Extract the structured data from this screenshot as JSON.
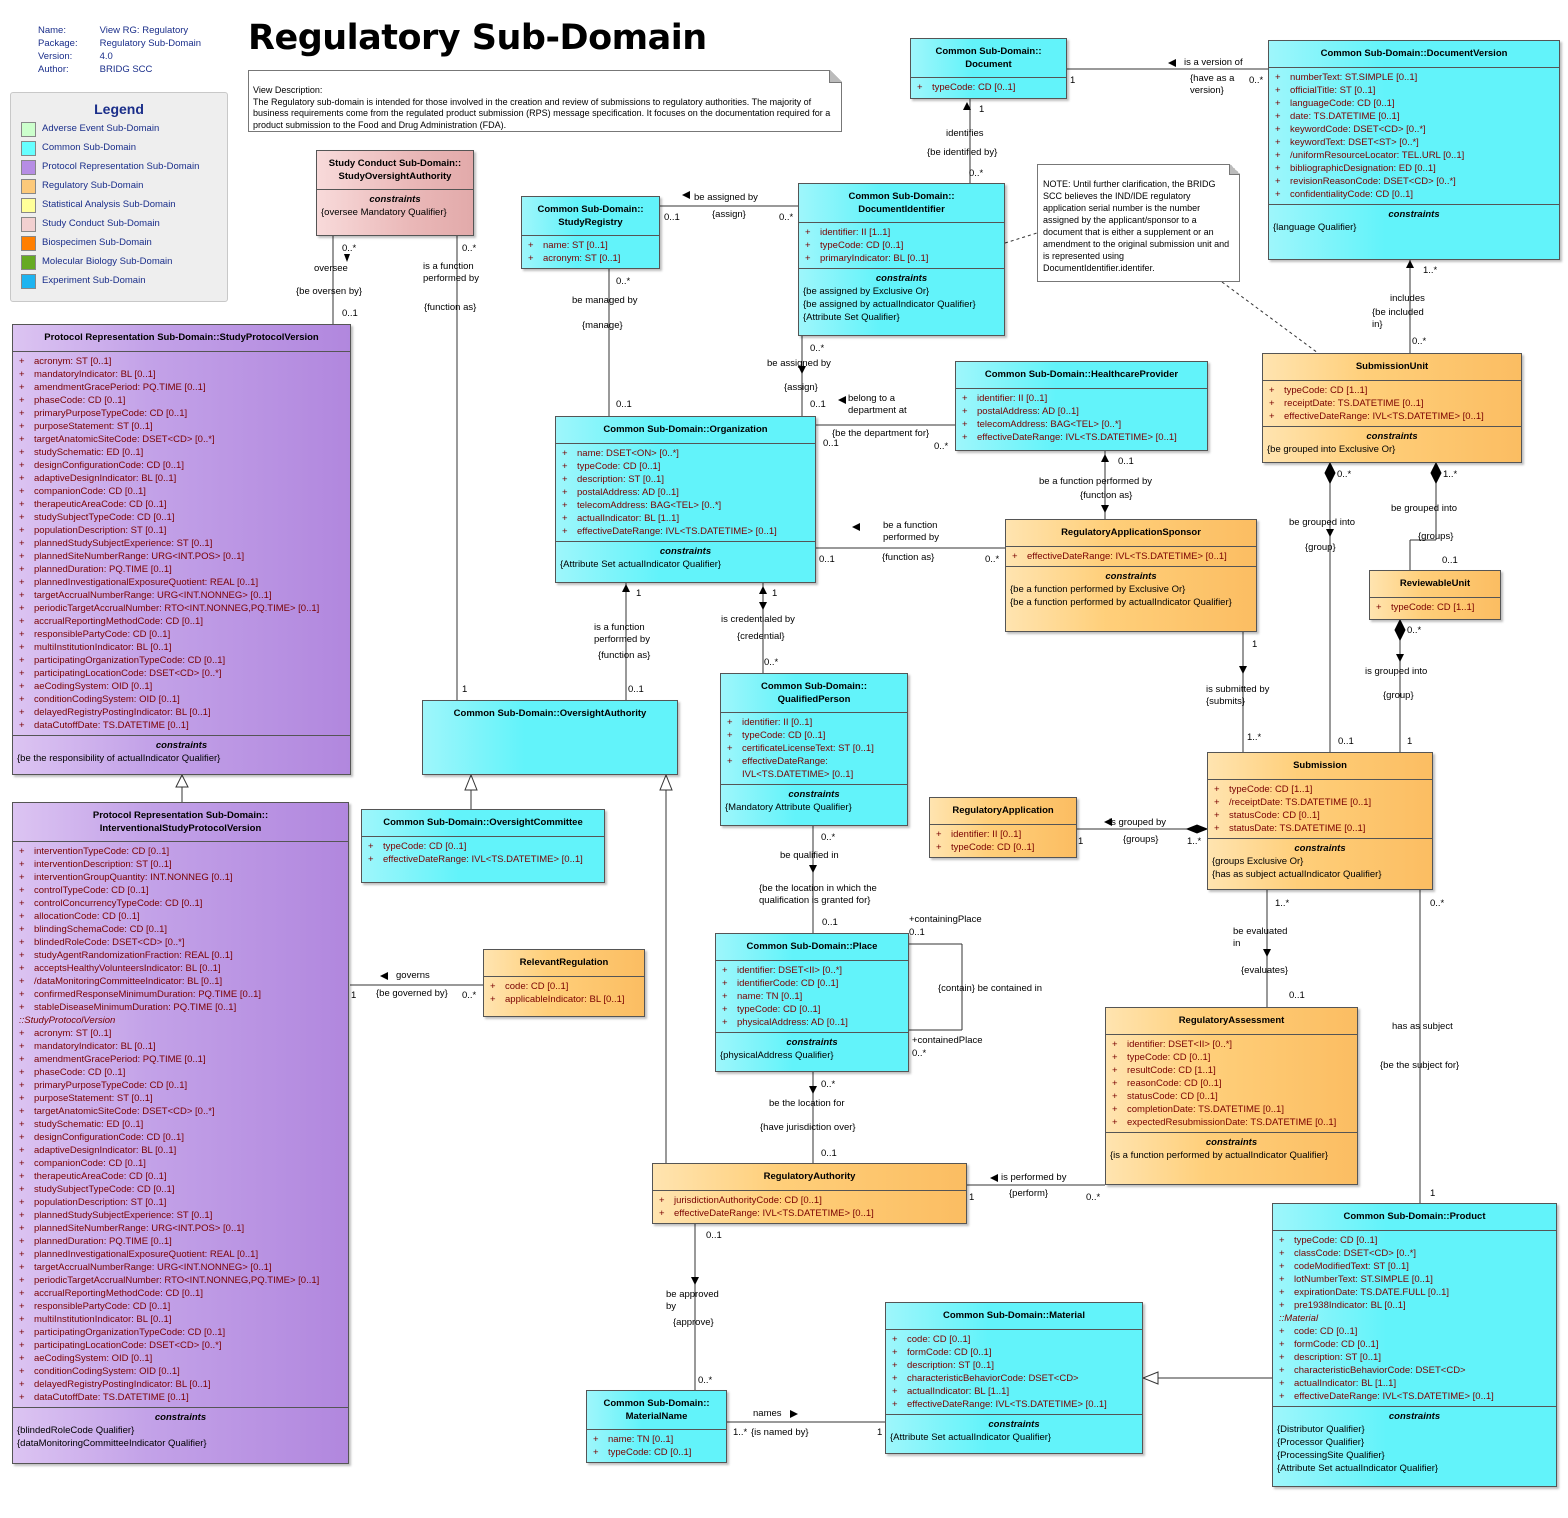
{
  "meta": {
    "name_label": "Name:",
    "name_value": "View RG: Regulatory",
    "package_label": "Package:",
    "package_value": "Regulatory Sub-Domain",
    "version_label": "Version:",
    "version_value": "4.0",
    "author_label": "Author:",
    "author_value": "BRIDG SCC"
  },
  "title": "Regulatory Sub-Domain",
  "description": {
    "heading": "View Description:",
    "text": "The Regulatory sub-domain is intended for those involved in the creation and review of submissions to regulatory authorities. The majority of business requirements come from the regulated product submission (RPS) message specification. It focuses on the documentation required for a product submission to the Food and Drug Administration (FDA)."
  },
  "legend": {
    "title": "Legend",
    "items": [
      {
        "label": "Adverse Event Sub-Domain",
        "color": "#ccffcc"
      },
      {
        "label": "Common Sub-Domain",
        "color": "#66ffff"
      },
      {
        "label": "Protocol Representation Sub-Domain",
        "color": "#b68de4"
      },
      {
        "label": "Regulatory Sub-Domain",
        "color": "#fcc97a"
      },
      {
        "label": "Statistical Analysis Sub-Domain",
        "color": "#ffff99"
      },
      {
        "label": "Study Conduct Sub-Domain",
        "color": "#f2d0d0"
      },
      {
        "label": "Biospecimen Sub-Domain",
        "color": "#ff7f00"
      },
      {
        "label": "Molecular Biology Sub-Domain",
        "color": "#66aa22"
      },
      {
        "label": "Experiment Sub-Domain",
        "color": "#1eb4f0"
      }
    ]
  },
  "note": "NOTE:  Until further clarification, the BRIDG SCC believes the IND/IDE regulatory application serial number is the number assigned by the applicant/sponsor to a document that is either a supplement or an amendment to the original submission unit and is represented using DocumentIdentifier.identifer.",
  "classes": {
    "document": {
      "name": "Common Sub-Domain::\nDocument",
      "attrs": [
        "typeCode: CD [0..1]"
      ]
    },
    "documentVersion": {
      "name": "Common Sub-Domain::DocumentVersion",
      "attrs": [
        "numberText: ST.SIMPLE [0..1]",
        "officialTitle: ST [0..1]",
        "languageCode: CD [0..1]",
        "date: TS.DATETIME [0..1]",
        "keywordCode: DSET<CD> [0..*]",
        "keywordText: DSET<ST> [0..*]",
        "/uniformResourceLocator: TEL.URL [0..1]",
        "bibliographicDesignation: ED [0..1]",
        "revisionReasonCode: DSET<CD> [0..*]",
        "confidentialityCode: CD [0..1]"
      ],
      "constraints": [
        "{language Qualifier}"
      ]
    },
    "studyOversightAuthority": {
      "name": "Study Conduct Sub-Domain::\nStudyOversightAuthority",
      "constraints": [
        "{oversee Mandatory Qualifier}"
      ]
    },
    "studyRegistry": {
      "name": "Common Sub-Domain::\nStudyRegistry",
      "attrs": [
        "name: ST [0..1]",
        "acronym: ST [0..1]"
      ]
    },
    "documentIdentifier": {
      "name": "Common Sub-Domain::\nDocumentIdentifier",
      "attrs": [
        "identifier: II [1..1]",
        "typeCode: CD [0..1]",
        "primaryIndicator: BL [0..1]"
      ],
      "constraints": [
        "{be assigned by Exclusive Or}",
        "{be assigned by actualIndicator Qualifier}",
        "{Attribute Set Qualifier}"
      ]
    },
    "submissionUnit": {
      "name": "SubmissionUnit",
      "attrs": [
        "typeCode: CD [1..1]",
        "receiptDate: TS.DATETIME [0..1]",
        "effectiveDateRange: IVL<TS.DATETIME> [0..1]"
      ],
      "constraints": [
        "{be grouped into Exclusive Or}"
      ]
    },
    "studyProtocolVersion": {
      "name": "Protocol Representation Sub-Domain::StudyProtocolVersion",
      "attrs": [
        "acronym: ST [0..1]",
        "mandatoryIndicator: BL [0..1]",
        "amendmentGracePeriod: PQ.TIME [0..1]",
        "phaseCode: CD [0..1]",
        "primaryPurposeTypeCode: CD [0..1]",
        "purposeStatement: ST [0..1]",
        "targetAnatomicSiteCode: DSET<CD> [0..*]",
        "studySchematic: ED [0..1]",
        "designConfigurationCode: CD [0..1]",
        "adaptiveDesignIndicator: BL [0..1]",
        "companionCode: CD [0..1]",
        "therapeuticAreaCode: CD [0..1]",
        "studySubjectTypeCode: CD [0..1]",
        "populationDescription: ST [0..1]",
        "plannedStudySubjectExperience: ST [0..1]",
        "plannedSiteNumberRange: URG<INT.POS> [0..1]",
        "plannedDuration: PQ.TIME [0..1]",
        "plannedInvestigationalExposureQuotient: REAL [0..1]",
        "targetAccrualNumberRange: URG<INT.NONNEG> [0..1]",
        "periodicTargetAccrualNumber: RTO<INT.NONNEG,PQ.TIME> [0..1]",
        "accrualReportingMethodCode: CD [0..1]",
        "responsiblePartyCode: CD [0..1]",
        "multiInstitutionIndicator: BL [0..1]",
        "participatingOrganizationTypeCode: CD [0..1]",
        "participatingLocationCode: DSET<CD> [0..*]",
        "aeCodingSystem: OID [0..1]",
        "conditionCodingSystem: OID [0..1]",
        "delayedRegistryPostingIndicator: BL [0..1]",
        "dataCutoffDate: TS.DATETIME [0..1]"
      ],
      "constraints": [
        "{be the responsibility of actualIndicator Qualifier}"
      ]
    },
    "organization": {
      "name": "Common Sub-Domain::Organization",
      "attrs": [
        "name: DSET<ON> [0..*]",
        "typeCode: CD [0..1]",
        "description: ST [0..1]",
        "postalAddress: AD [0..1]",
        "telecomAddress: BAG<TEL> [0..*]",
        "actualIndicator: BL [1..1]",
        "effectiveDateRange: IVL<TS.DATETIME> [0..1]"
      ],
      "constraints": [
        "{Attribute Set actualIndicator Qualifier}"
      ]
    },
    "healthcareProvider": {
      "name": "Common Sub-Domain::HealthcareProvider",
      "attrs": [
        "identifier: II [0..1]",
        "postalAddress: AD [0..1]",
        "telecomAddress: BAG<TEL> [0..*]",
        "effectiveDateRange: IVL<TS.DATETIME> [0..1]"
      ]
    },
    "regulatoryApplicationSponsor": {
      "name": "RegulatoryApplicationSponsor",
      "attrs": [
        "effectiveDateRange: IVL<TS.DATETIME> [0..1]"
      ],
      "constraints": [
        "{be a function performed by Exclusive Or}",
        "{be a function performed by actualIndicator Qualifier}"
      ]
    },
    "reviewableUnit": {
      "name": "ReviewableUnit",
      "attrs": [
        "typeCode: CD [1..1]"
      ]
    },
    "qualifiedPerson": {
      "name": "Common Sub-Domain::\nQualifiedPerson",
      "attrs": [
        "identifier: II [0..1]",
        "typeCode: CD [0..1]",
        "certificateLicenseText: ST [0..1]",
        "effectiveDateRange:\nIVL<TS.DATETIME> [0..1]"
      ],
      "constraints": [
        "{Mandatory Attribute Qualifier}"
      ]
    },
    "oversightAuthority": {
      "name": "Common Sub-Domain::OversightAuthority"
    },
    "oversightCommittee": {
      "name": "Common Sub-Domain::OversightCommittee",
      "attrs": [
        "typeCode: CD [0..1]",
        "effectiveDateRange: IVL<TS.DATETIME> [0..1]"
      ]
    },
    "regulatoryApplication": {
      "name": "RegulatoryApplication",
      "attrs": [
        "identifier: II [0..1]",
        "typeCode: CD [0..1]"
      ]
    },
    "submission": {
      "name": "Submission",
      "attrs": [
        "typeCode: CD [1..1]",
        "/receiptDate: TS.DATETIME [0..1]",
        "statusCode: CD [0..1]",
        "statusDate: TS.DATETIME [0..1]"
      ],
      "constraints": [
        "{groups Exclusive Or}",
        "{has as subject actualIndicator Qualifier}"
      ]
    },
    "interventionalStudyProtocolVersion": {
      "name": "Protocol Representation Sub-Domain::\nInterventionalStudyProtocolVersion",
      "attrs": [
        "interventionTypeCode: CD [0..1]",
        "interventionDescription: ST [0..1]",
        "interventionGroupQuantity: INT.NONNEG [0..1]",
        "controlTypeCode: CD [0..1]",
        "controlConcurrencyTypeCode: CD [0..1]",
        "allocationCode: CD [0..1]",
        "blindingSchemaCode: CD [0..1]",
        "blindedRoleCode: DSET<CD> [0..*]",
        "studyAgentRandomizationFraction: REAL [0..1]",
        "acceptsHealthyVolunteersIndicator: BL [0..1]",
        "/dataMonitoringCommitteeIndicator: BL [0..1]",
        "confirmedResponseMinimumDuration: PQ.TIME [0..1]",
        "stableDiseaseMinimumDuration: PQ.TIME [0..1]"
      ],
      "inherited_title": "::StudyProtocolVersion",
      "inherited": [
        "acronym: ST [0..1]",
        "mandatoryIndicator: BL [0..1]",
        "amendmentGracePeriod: PQ.TIME [0..1]",
        "phaseCode: CD [0..1]",
        "primaryPurposeTypeCode: CD [0..1]",
        "purposeStatement: ST [0..1]",
        "targetAnatomicSiteCode: DSET<CD> [0..*]",
        "studySchematic: ED [0..1]",
        "designConfigurationCode: CD [0..1]",
        "adaptiveDesignIndicator: BL [0..1]",
        "companionCode: CD [0..1]",
        "therapeuticAreaCode: CD [0..1]",
        "studySubjectTypeCode: CD [0..1]",
        "populationDescription: ST [0..1]",
        "plannedStudySubjectExperience: ST [0..1]",
        "plannedSiteNumberRange: URG<INT.POS> [0..1]",
        "plannedDuration: PQ.TIME [0..1]",
        "plannedInvestigationalExposureQuotient: REAL [0..1]",
        "targetAccrualNumberRange: URG<INT.NONNEG> [0..1]",
        "periodicTargetAccrualNumber: RTO<INT.NONNEG,PQ.TIME> [0..1]",
        "accrualReportingMethodCode: CD [0..1]",
        "responsiblePartyCode: CD [0..1]",
        "multiInstitutionIndicator: BL [0..1]",
        "participatingOrganizationTypeCode: CD [0..1]",
        "participatingLocationCode: DSET<CD> [0..*]",
        "aeCodingSystem: OID [0..1]",
        "conditionCodingSystem: OID [0..1]",
        "delayedRegistryPostingIndicator: BL [0..1]",
        "dataCutoffDate: TS.DATETIME [0..1]"
      ],
      "constraints": [
        "{blindedRoleCode Qualifier}",
        "{dataMonitoringCommitteeIndicator Qualifier}"
      ]
    },
    "relevantRegulation": {
      "name": "RelevantRegulation",
      "attrs": [
        "code: CD [0..1]",
        "applicableIndicator: BL [0..1]"
      ]
    },
    "place": {
      "name": "Common Sub-Domain::Place",
      "attrs": [
        "identifier: DSET<II> [0..*]",
        "identifierCode: CD [0..1]",
        "name: TN [0..1]",
        "typeCode: CD [0..1]",
        "physicalAddress: AD [0..1]"
      ],
      "constraints": [
        "{physicalAddress Qualifier}"
      ]
    },
    "regulatoryAssessment": {
      "name": "RegulatoryAssessment",
      "attrs": [
        "identifier: DSET<II> [0..*]",
        "typeCode: CD [0..1]",
        "resultCode: CD [1..1]",
        "reasonCode: CD [0..1]",
        "statusCode: CD [0..1]",
        "completionDate: TS.DATETIME [0..1]",
        "expectedResubmissionDate: TS.DATETIME [0..1]"
      ],
      "constraints": [
        "{is a function performed by actualIndicator Qualifier}"
      ]
    },
    "regulatoryAuthority": {
      "name": "RegulatoryAuthority",
      "attrs": [
        "jurisdictionAuthorityCode: CD [0..1]",
        "effectiveDateRange: IVL<TS.DATETIME> [0..1]"
      ]
    },
    "product": {
      "name": "Common Sub-Domain::Product",
      "attrs": [
        "typeCode: CD [0..1]",
        "classCode: DSET<CD> [0..*]",
        "codeModifiedText: ST [0..1]",
        "lotNumberText: ST.SIMPLE [0..1]",
        "expirationDate: TS.DATE.FULL [0..1]",
        "pre1938Indicator: BL [0..1]"
      ],
      "inherited_title": "::Material",
      "inherited": [
        "code: CD [0..1]",
        "formCode: CD [0..1]",
        "description: ST [0..1]",
        "characteristicBehaviorCode: DSET<CD>",
        "actualIndicator: BL [1..1]",
        "effectiveDateRange: IVL<TS.DATETIME> [0..1]"
      ],
      "constraints": [
        "{Distributor Qualifier}",
        "{Processor Qualifier}",
        "{ProcessingSite Qualifier}",
        "{Attribute Set actualIndicator Qualifier}"
      ]
    },
    "material": {
      "name": "Common Sub-Domain::Material",
      "attrs": [
        "code: CD [0..1]",
        "formCode: CD [0..1]",
        "description: ST [0..1]",
        "characteristicBehaviorCode: DSET<CD>",
        "actualIndicator: BL [1..1]",
        "effectiveDateRange: IVL<TS.DATETIME> [0..1]"
      ],
      "constraints": [
        "{Attribute Set actualIndicator Qualifier}"
      ]
    },
    "materialName": {
      "name": "Common Sub-Domain::\nMaterialName",
      "attrs": [
        "name: TN [0..1]",
        "typeCode: CD [0..1]"
      ]
    }
  },
  "constraints_title": "constraints",
  "labels": [
    "is a version of",
    "{have as a\nversion}",
    "1",
    "0..*",
    "1",
    "identifies",
    "{be identified by}",
    "0..*",
    "be assigned by",
    "{assign}",
    "0..1",
    "0..*",
    "0..*",
    "oversee",
    "{be oversen by}",
    "0..1",
    "0..*",
    "is a function\nperformed by",
    "{function as}",
    "0..*",
    "be managed by",
    "{manage}",
    "0..1",
    "0..*",
    "be assigned by",
    "{assign}",
    "0..1",
    "belong to a\ndepartment at",
    "{be the department for}",
    "0..1",
    "0..*",
    "1..*",
    "includes",
    "{be included\nin}",
    "0..*",
    "0..1",
    "be a function performed by",
    "{function as}",
    "be a function\nperformed by",
    "{function as}",
    "0..1",
    "0..*",
    "0..*",
    "be grouped into",
    "{group}",
    "0..1",
    "1..*",
    "be grouped into",
    "{groups}",
    "0..1",
    "0..*",
    "is grouped into",
    "{group}",
    "1",
    "1",
    "is submitted by\n{submits}",
    "1..*",
    "1",
    "is a function\nperformed by",
    "{function as}",
    "0..1",
    "1",
    "1",
    "is credentialed by",
    "{credential}",
    "0..*",
    "is grouped by",
    "{groups}",
    "1",
    "1..*",
    "0..*",
    "be qualified in",
    "{be the location in which the\nqualification is granted for}",
    "0..1",
    "+containingPlace",
    "0..1",
    "{contain} be contained in",
    "+containedPlace",
    "0..*",
    "governs",
    "{be governed by}",
    "1",
    "0..*",
    "1..*",
    "be evaluated\nin",
    "{evaluates}",
    "0..1",
    "0..*",
    "has as subject",
    "{be the subject for}",
    "1",
    "0..*",
    "be the location for",
    "{have jurisdiction over}",
    "0..1",
    "is performed by",
    "{perform}",
    "1",
    "0..*",
    "0..1",
    "be approved\nby",
    "{approve}",
    "0..*",
    "names",
    "{is named by}",
    "1..*",
    "1"
  ]
}
